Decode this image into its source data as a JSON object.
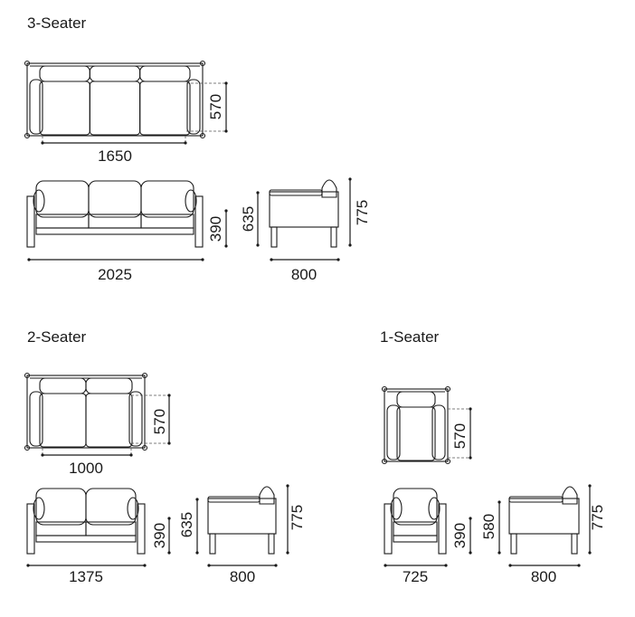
{
  "sections": [
    {
      "title": "3-Seater",
      "seat_depth": "570",
      "seat_width": "1650",
      "seat_height": "390",
      "arm_height": "635",
      "total_height": "775",
      "total_width": "2025",
      "total_depth": "800"
    },
    {
      "title": "2-Seater",
      "seat_depth": "570",
      "seat_width": "1000",
      "seat_height": "390",
      "arm_height": "635",
      "total_height": "775",
      "total_width": "1375",
      "total_depth": "800"
    },
    {
      "title": "1-Seater",
      "seat_depth": "570",
      "seat_height": "390",
      "arm_height": "580",
      "total_height": "775",
      "total_width": "725",
      "total_depth": "800"
    }
  ]
}
